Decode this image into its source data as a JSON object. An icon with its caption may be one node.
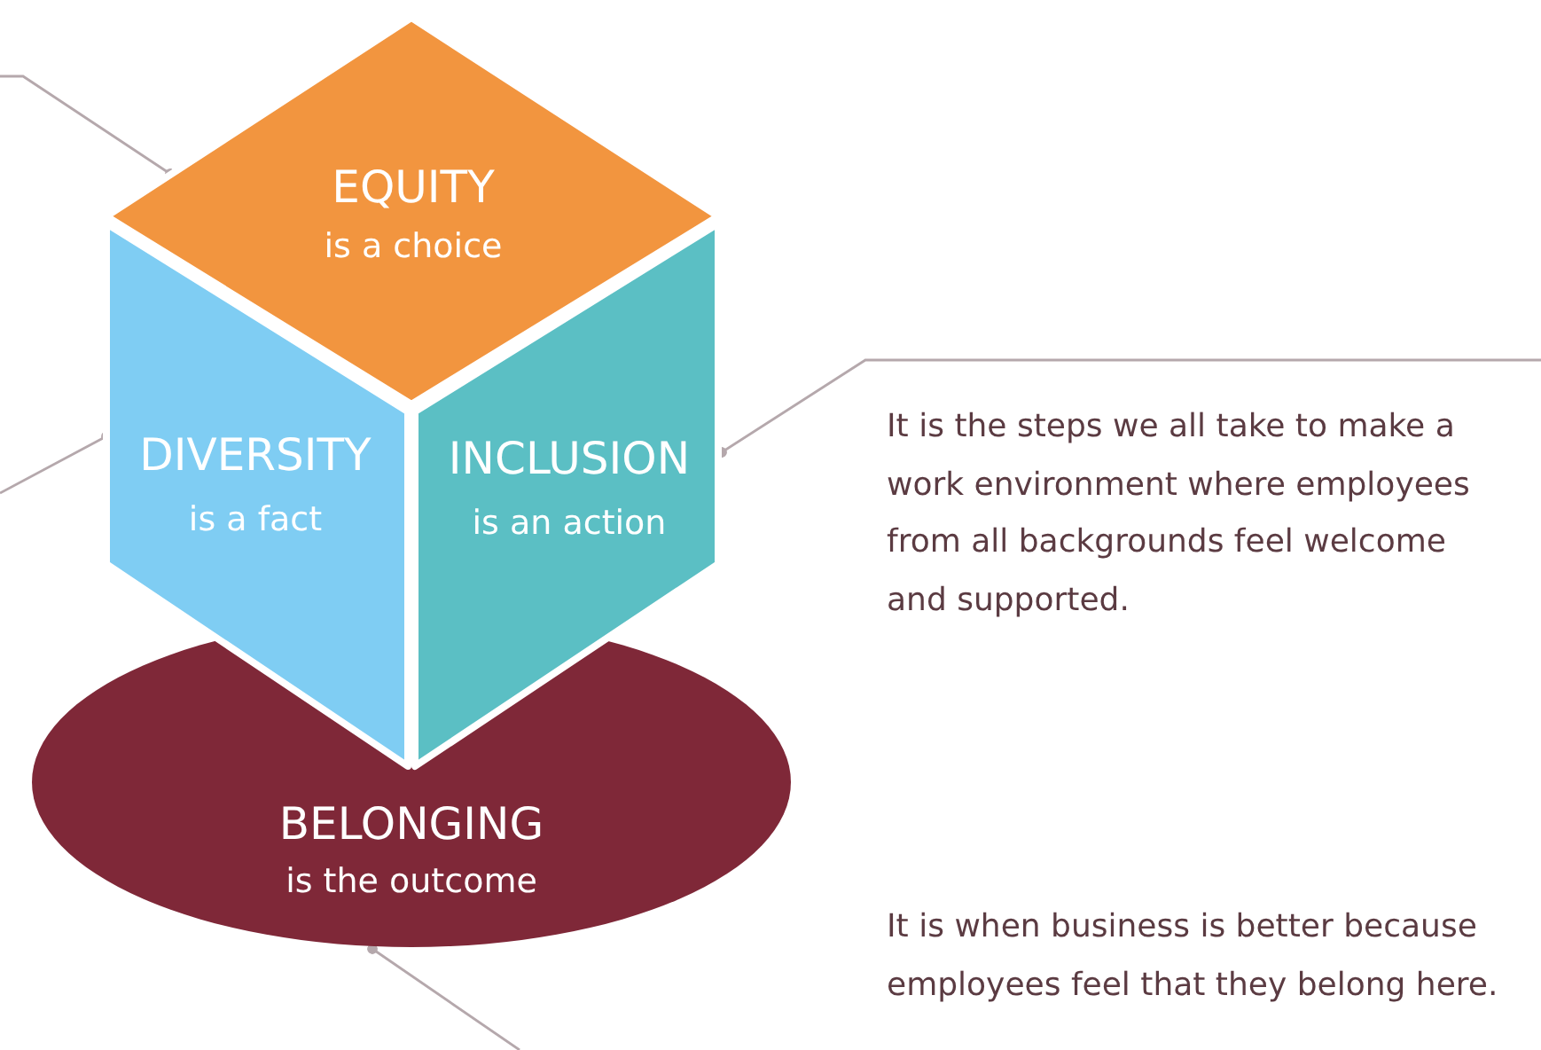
{
  "diagram": {
    "nodes": [
      {
        "text": [
          "EQUITY",
          "is a choice"
        ]
      },
      {
        "text": [
          "DIVERSITY",
          "is a fact"
        ]
      },
      {
        "text": [
          "INCLUSION",
          "is an action"
        ]
      },
      {
        "text": [
          "BELONGING",
          "is the outcome"
        ]
      },
      {
        "text": [
          "It is the steps we all take to make a work environment where employees from all backgrounds feel welcome and supported."
        ]
      }
    ],
    "edges": [
      {
        "from": null,
        "to": 0,
        "arrow": "other"
      },
      {
        "from": null,
        "to": 1,
        "arrow": "other"
      },
      {
        "from": 4,
        "to": 2,
        "arrow": "other"
      },
      {
        "from": null,
        "to": 3,
        "arrow": "other"
      }
    ],
    "labels": [
      "It is when business is better because employees feel that they belong here."
    ]
  }
}
